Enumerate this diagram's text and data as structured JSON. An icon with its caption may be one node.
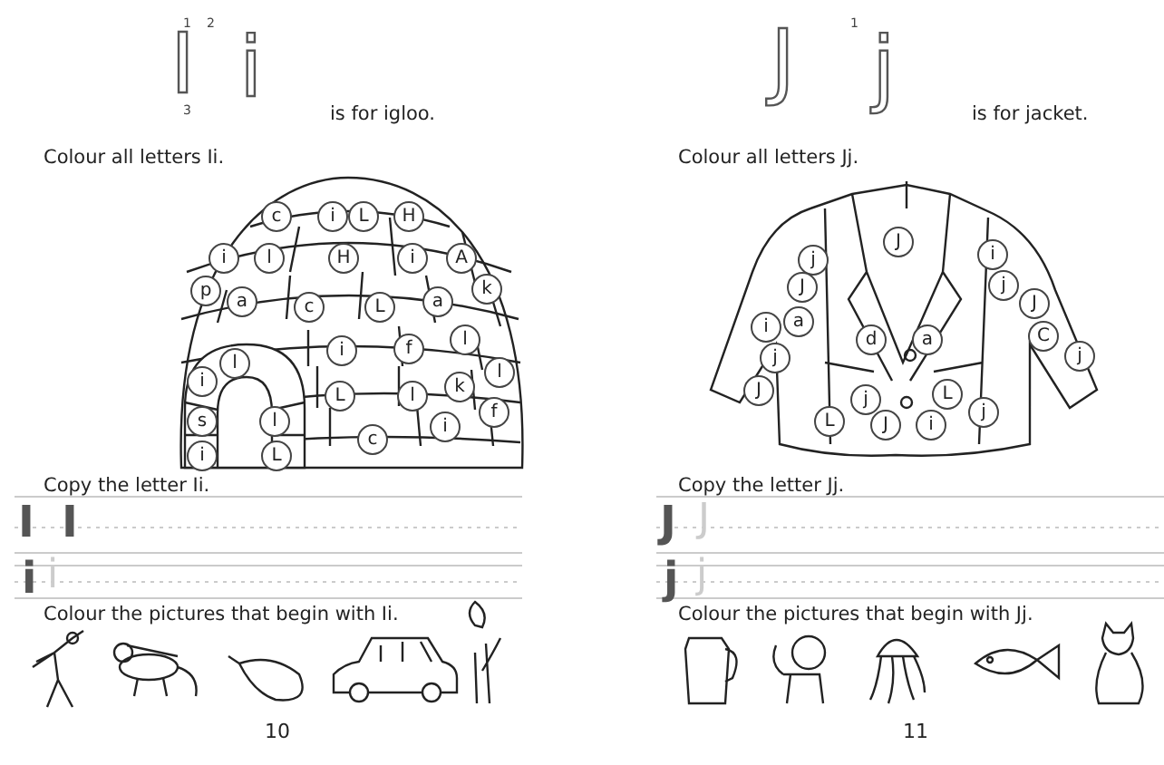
{
  "diagram": {
    "nodes": [
      {
        "text": [
          "c"
        ]
      },
      {
        "text": [
          "i"
        ]
      },
      {
        "text": [
          "L"
        ]
      },
      {
        "text": [
          "H"
        ]
      },
      {
        "text": [
          "i"
        ]
      },
      {
        "text": [
          "l"
        ]
      },
      {
        "text": [
          "H"
        ]
      },
      {
        "text": [
          "i"
        ]
      },
      {
        "text": [
          "A"
        ]
      },
      {
        "text": [
          "p"
        ]
      },
      {
        "text": [
          "a"
        ]
      },
      {
        "text": [
          "c"
        ]
      },
      {
        "text": [
          "L"
        ]
      },
      {
        "text": [
          "a"
        ]
      },
      {
        "text": [
          "k"
        ]
      },
      {
        "text": [
          "l"
        ]
      },
      {
        "text": [
          "i"
        ]
      },
      {
        "text": [
          "f"
        ]
      },
      {
        "text": [
          "l"
        ]
      },
      {
        "text": [
          "i"
        ]
      },
      {
        "text": [
          "L"
        ]
      },
      {
        "text": [
          "l"
        ]
      },
      {
        "text": [
          "k"
        ]
      },
      {
        "text": [
          "l"
        ]
      },
      {
        "text": [
          "s"
        ]
      },
      {
        "text": [
          "l"
        ]
      },
      {
        "text": [
          "c"
        ]
      },
      {
        "text": [
          "i"
        ]
      },
      {
        "text": [
          "f"
        ]
      },
      {
        "text": [
          "i"
        ]
      },
      {
        "text": [
          "L"
        ]
      },
      {
        "text": [
          "J"
        ]
      },
      {
        "text": [
          "i"
        ]
      },
      {
        "text": [
          "j"
        ]
      },
      {
        "text": [
          "J"
        ]
      },
      {
        "text": [
          "j"
        ]
      },
      {
        "text": [
          "J"
        ]
      },
      {
        "text": [
          "a"
        ]
      },
      {
        "text": [
          "i"
        ]
      },
      {
        "text": [
          "C"
        ]
      },
      {
        "text": [
          "d"
        ]
      },
      {
        "text": [
          "a"
        ]
      },
      {
        "text": [
          "j"
        ]
      },
      {
        "text": [
          "j"
        ]
      },
      {
        "text": [
          "J"
        ]
      },
      {
        "text": [
          "L"
        ]
      },
      {
        "text": [
          "j"
        ]
      },
      {
        "text": [
          "j"
        ]
      },
      {
        "text": [
          "L"
        ]
      },
      {
        "text": [
          "J"
        ]
      },
      {
        "text": [
          "i"
        ]
      }
    ],
    "edges": [],
    "labels": [
      "I",
      "i",
      "1",
      "2",
      "3",
      "is for igloo.",
      "Colour all letters Ii.",
      "Copy the letter Ii.",
      "I",
      "I",
      "i",
      "i",
      "Colour the pictures that begin with Ii.",
      "10",
      "J",
      "j",
      "1",
      "is for jacket.",
      "Colour all letters Jj.",
      "Copy the letter Jj.",
      "J",
      "J",
      "j",
      "j",
      "Colour the pictures that begin with Jj.",
      "11"
    ]
  }
}
